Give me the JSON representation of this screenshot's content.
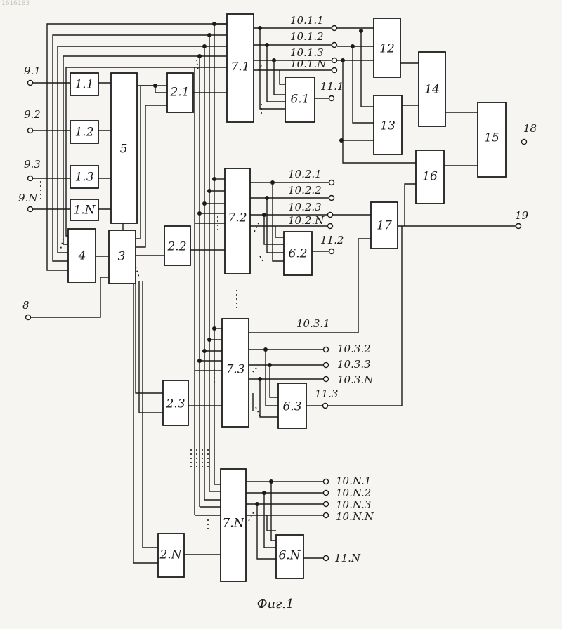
{
  "top_left_mark": "1616183",
  "blocks": {
    "b1_1": "1.1",
    "b1_2": "1.2",
    "b1_3": "1.3",
    "b1_n": "1.N",
    "b5": "5",
    "b4": "4",
    "b3": "3",
    "b2_1": "2.1",
    "b2_2": "2.2",
    "b2_3": "2.3",
    "b2_n": "2.N",
    "b7_1": "7.1",
    "b7_2": "7.2",
    "b7_3": "7.3",
    "b7_n": "7.N",
    "b6_1": "6.1",
    "b6_2": "6.2",
    "b6_3": "6.3",
    "b6_n": "6.N",
    "b12": "12",
    "b13": "13",
    "b14": "14",
    "b15": "15",
    "b16": "16",
    "b17": "17"
  },
  "terminals": {
    "t9_1": "9.1",
    "t9_2": "9.2",
    "t9_3": "9.3",
    "t9_n": "9.N",
    "t8": "8",
    "t18": "18",
    "t19": "19",
    "t10_1_1": "10.1.1",
    "t10_1_2": "10.1.2",
    "t10_1_3": "10.1.3",
    "t10_1_n": "10.1.N",
    "t11_1": "11.1",
    "t10_2_1": "10.2.1",
    "t10_2_2": "10.2.2",
    "t10_2_3": "10.2.3",
    "t10_2_n": "10.2.N",
    "t11_2": "11.2",
    "t10_3_1": "10.3.1",
    "t10_3_2": "10.3.2",
    "t10_3_3": "10.3.3",
    "t10_3_n": "10.3.N",
    "t11_3": "11.3",
    "t10_n_1": "10.N.1",
    "t10_n_2": "10.N.2",
    "t10_n_3": "10.N.3",
    "t10_n_n": "10.N.N",
    "t11_n": "11.N"
  },
  "caption": "Фиг.1"
}
